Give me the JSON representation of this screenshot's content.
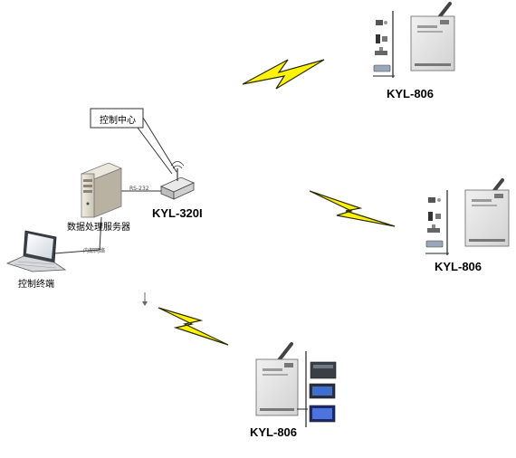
{
  "labels": {
    "control_center": "控制中心",
    "server": "数据处理服务器",
    "terminal": "控制终端",
    "gateway_model": "KYL-320I",
    "rs232": "RS-232",
    "lan": "内部网络",
    "device_1": "KYL-806",
    "device_2": "KYL-806",
    "device_3": "KYL-806"
  },
  "icons": {
    "server": "server-tower-icon",
    "laptop": "laptop-icon",
    "gateway": "wireless-modem-icon",
    "bolt": "lightning-bolt-icon",
    "device": "rtu-box-icon"
  },
  "colors": {
    "bolt_fill": "#FFF400",
    "bolt_stroke": "#2A2A00",
    "device_body": "#E7E7E7",
    "line": "#333333"
  }
}
